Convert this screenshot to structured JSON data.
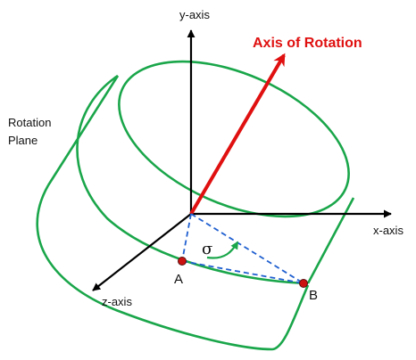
{
  "labels": {
    "y_axis": "y-axis",
    "x_axis": "x-axis",
    "z_axis": "z-axis",
    "axis_of_rotation": "Axis of Rotation",
    "rotation_plane_line1": "Rotation",
    "rotation_plane_line2": "Plane",
    "point_a": "A",
    "point_b": "B",
    "angle": "σ"
  },
  "colors": {
    "axes": "#000000",
    "cylinder": "#1aa64a",
    "rotation_axis": "#e01010",
    "guide_lines": "#2060d0",
    "angle_arc": "#1aa64a",
    "points": "#cc1111"
  }
}
